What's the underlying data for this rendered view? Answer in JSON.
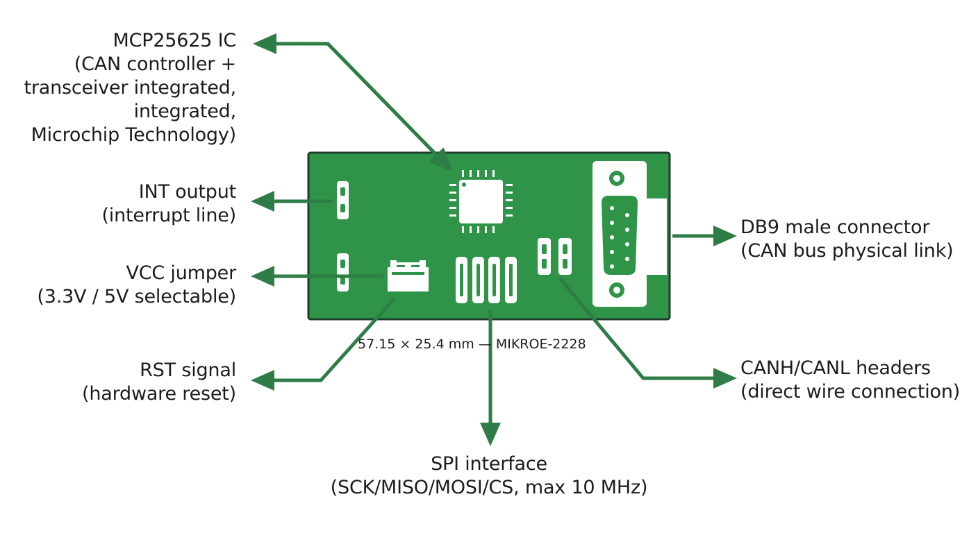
{
  "colors": {
    "pcb": "#2f9448",
    "pcb_border": "#1f3d2a",
    "silk": "#ffffff",
    "arrow": "#2e7d47",
    "text": "#1c1c1c"
  },
  "callouts": {
    "mcp": {
      "lines": [
        "MCP25625 IC",
        "(CAN controller +",
        "transceiver integrated,",
        "integrated,",
        "Microchip Technology)"
      ]
    },
    "int": {
      "lines": [
        "INT output",
        "(interrupt line)"
      ]
    },
    "vcc": {
      "lines": [
        "VCC jumper",
        "(3.3V / 5V selectable)"
      ]
    },
    "rst": {
      "lines": [
        "RST signal",
        "(hardware reset)"
      ]
    },
    "db9": {
      "lines": [
        "DB9 male connector",
        "(CAN bus physical link)"
      ]
    },
    "canh": {
      "lines": [
        "CANH/CANL headers",
        "(direct wire connection)"
      ]
    },
    "spi": {
      "lines": [
        "SPI interface",
        "(SCK/MISO/MOSI/CS, max 10 MHz)"
      ]
    }
  },
  "board": {
    "dimension_text": "57.15 × 25.4 mm — MIKROE-2228"
  }
}
